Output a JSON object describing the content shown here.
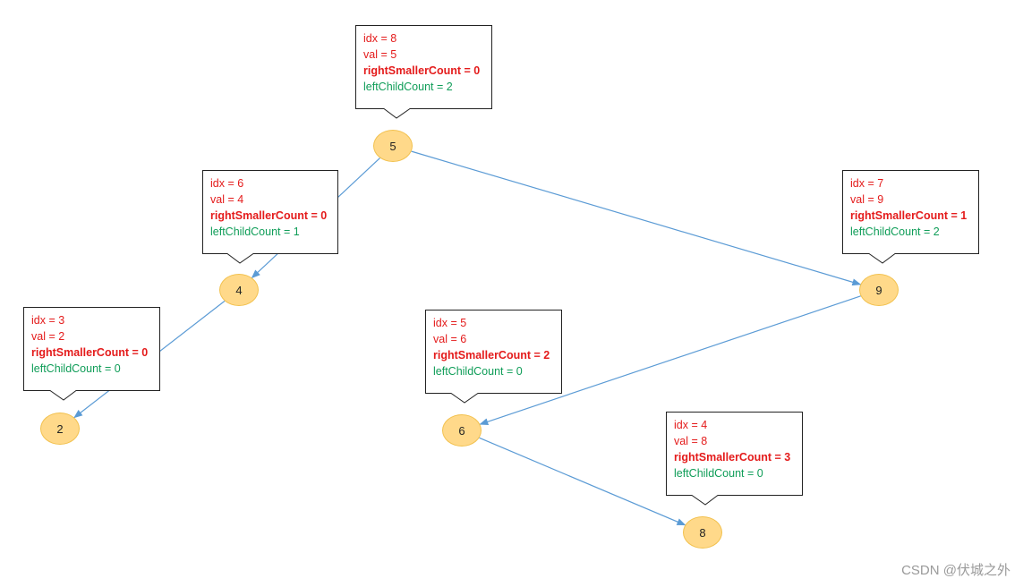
{
  "nodes": [
    {
      "id": "n5a",
      "label": "5",
      "idx": "idx = 8",
      "val": "val = 5",
      "right_smaller": "rightSmallerCount = 0",
      "left_child": "leftChildCount = 2"
    },
    {
      "id": "n4",
      "label": "4",
      "idx": "idx = 6",
      "val": "val = 4",
      "right_smaller": "rightSmallerCount = 0",
      "left_child": "leftChildCount = 1"
    },
    {
      "id": "n9",
      "label": "9",
      "idx": "idx = 7",
      "val": "val = 9",
      "right_smaller": "rightSmallerCount = 1",
      "left_child": "leftChildCount = 2"
    },
    {
      "id": "n2",
      "label": "2",
      "idx": "idx = 3",
      "val": "val = 2",
      "right_smaller": "rightSmallerCount = 0",
      "left_child": "leftChildCount = 0"
    },
    {
      "id": "n6",
      "label": "6",
      "idx": "idx = 5",
      "val": "val = 6",
      "right_smaller": "rightSmallerCount = 2",
      "left_child": "leftChildCount = 0"
    },
    {
      "id": "n8",
      "label": "8",
      "idx": "idx = 4",
      "val": "val = 8",
      "right_smaller": "rightSmallerCount = 3",
      "left_child": "leftChildCount = 0"
    }
  ],
  "edges": [
    {
      "from": "n5a",
      "to": "n4"
    },
    {
      "from": "n5a",
      "to": "n9"
    },
    {
      "from": "n4",
      "to": "n2"
    },
    {
      "from": "n9",
      "to": "n6"
    },
    {
      "from": "n6",
      "to": "n8"
    }
  ],
  "colors": {
    "node_fill": "#ffd98a",
    "node_border": "#f2c14e",
    "edge": "#5b9bd5",
    "label_red": "#e41b1b",
    "label_green": "#0f9d58"
  },
  "watermark": "CSDN @伏城之外"
}
